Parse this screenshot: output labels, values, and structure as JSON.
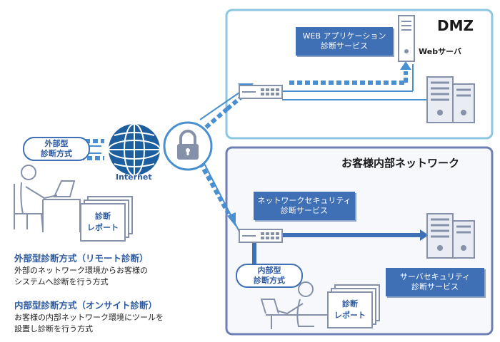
{
  "dmz": {
    "title": "DMZ"
  },
  "internal_network": {
    "title": "お客様内部ネットワーク"
  },
  "services": {
    "web_app": {
      "line1": "WEB アプリケーション",
      "line2": "診断サービス"
    },
    "network_security": {
      "line1": "ネットワークセキュリティ",
      "line2": "診断サービス"
    },
    "server_security": {
      "line1": "サーバセキュリティ",
      "line2": "診断サービス"
    }
  },
  "labels": {
    "web_server": "Webサーバ",
    "internet": "Internet"
  },
  "external": {
    "pill_line1": "外部型",
    "pill_line2": "診断方式"
  },
  "internal": {
    "pill_line1": "内部型",
    "pill_line2": "診断方式"
  },
  "report": {
    "line1": "診断",
    "line2": "レポート"
  },
  "descriptions": {
    "external_title": "外部型診断方式（リモート診断）",
    "external_line1": "外部のネットワーク環境からお客様の",
    "external_line2": "システムへ診断を行う方式",
    "internal_title": "内部型診断方式（オンサイト診断）",
    "internal_line1": "お客様の内部ネットワーク環境にツールを",
    "internal_line2": "設置し診断を行う方式"
  },
  "colors": {
    "primary_blue": "#3f6fb4",
    "light_blue": "#4a90d0",
    "zone_border_dmz": "#8cc6e0",
    "zone_border_internal": "#6f7fb5",
    "icon_grey": "#8591a8"
  },
  "icons": [
    "server-icon",
    "firewall-router-icon",
    "globe-icon",
    "lock-icon",
    "person-at-desk-icon",
    "document-stack-icon"
  ]
}
